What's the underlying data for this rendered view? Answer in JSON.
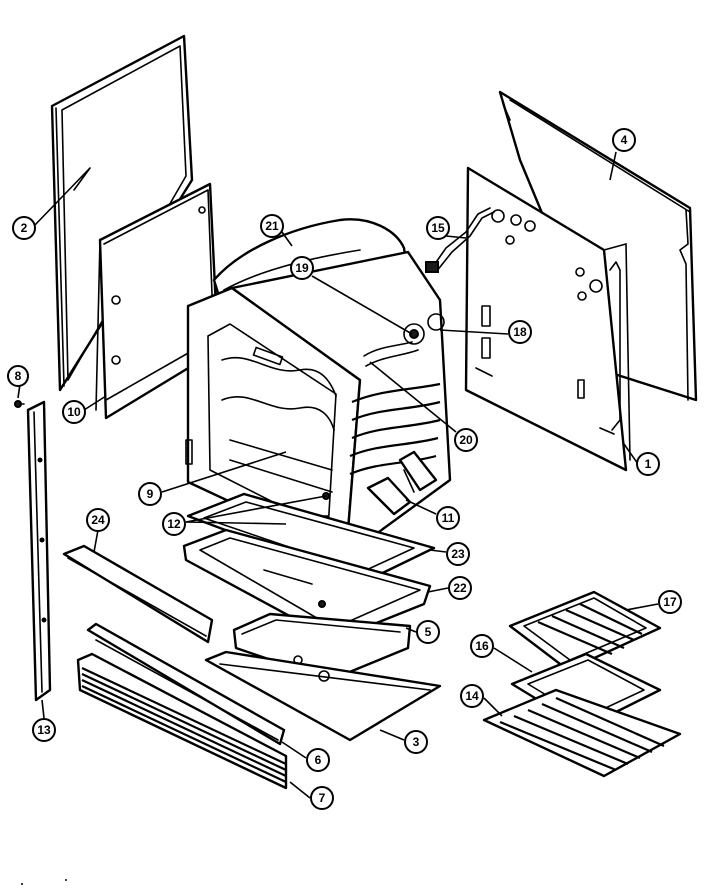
{
  "callouts": [
    {
      "id": "c2",
      "label": "2"
    },
    {
      "id": "c21",
      "label": "21"
    },
    {
      "id": "c15",
      "label": "15"
    },
    {
      "id": "c4",
      "label": "4"
    },
    {
      "id": "c19",
      "label": "19"
    },
    {
      "id": "c18",
      "label": "18"
    },
    {
      "id": "c8",
      "label": "8"
    },
    {
      "id": "c10",
      "label": "10"
    },
    {
      "id": "c20",
      "label": "20"
    },
    {
      "id": "c1",
      "label": "1"
    },
    {
      "id": "c9",
      "label": "9"
    },
    {
      "id": "c11",
      "label": "11"
    },
    {
      "id": "c12",
      "label": "12"
    },
    {
      "id": "c24",
      "label": "24"
    },
    {
      "id": "c23",
      "label": "23"
    },
    {
      "id": "c22",
      "label": "22"
    },
    {
      "id": "c17",
      "label": "17"
    },
    {
      "id": "c5",
      "label": "5"
    },
    {
      "id": "c16",
      "label": "16"
    },
    {
      "id": "c14",
      "label": "14"
    },
    {
      "id": "c13",
      "label": "13"
    },
    {
      "id": "c3",
      "label": "3"
    },
    {
      "id": "c6",
      "label": "6"
    },
    {
      "id": "c7",
      "label": "7"
    }
  ]
}
